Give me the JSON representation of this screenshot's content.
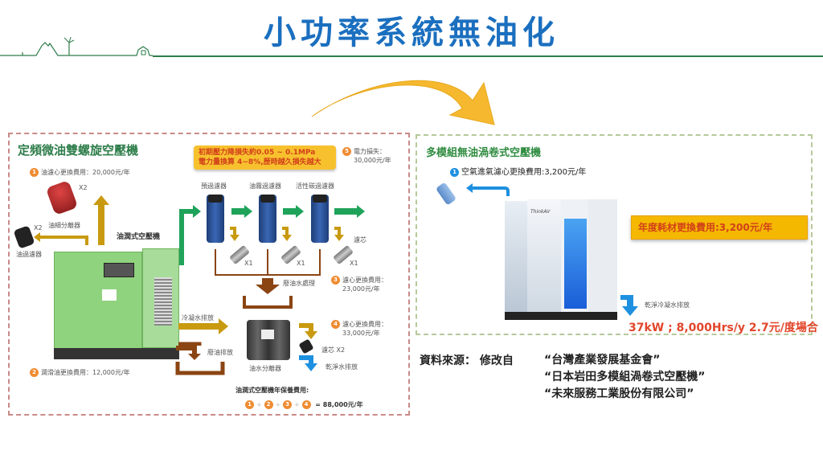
{
  "header": {
    "title": "小功率系統無油化"
  },
  "left_panel": {
    "title": "定頻微油雙螺旋空壓機",
    "compressor_label": "油潤式空壓機",
    "items": [
      {
        "badge": "1",
        "text": "油濾心更換費用：20,000元/年"
      },
      {
        "badge": "2",
        "text": "潤滑油更換費用：12,000元/年"
      },
      {
        "badge": "3",
        "text_line1": "濾心更換費用：",
        "text_line2": "23,000元/年"
      },
      {
        "badge": "4",
        "text_line1": "濾心更換費用：",
        "text_line2": "33,000元/年"
      },
      {
        "badge": "5",
        "text_line1": "電力損失：",
        "text_line2": "30,000元/年"
      }
    ],
    "oil_separator_label": "油細分離器",
    "oil_separator_qty": "X2",
    "oil_filter_label": "油過濾器",
    "oil_filter_qty": "X2",
    "warning_line1": "初期壓力降損失約0.05 ~ 0.1MPa",
    "warning_line2": "電力量換算 4~8%,歷時越久損失越大",
    "filters": [
      {
        "label": "預過濾器",
        "qty": "X1"
      },
      {
        "label": "油霧過濾器",
        "qty": "X1"
      },
      {
        "label": "活性碳過濾器",
        "qty": "X1"
      }
    ],
    "cartridge_label": "濾芯",
    "waste_water_label": "廢油水處理",
    "condensate_label": "冷凝水排放",
    "waste_oil_label": "廢油排放",
    "separator_label": "油水分離器",
    "separator_cartridge_label": "濾芯",
    "separator_cartridge_qty": "X2",
    "clean_water_label": "乾淨水排放",
    "annual_cost_title": "油潤式空壓機年保養費用:",
    "annual_cost_badges": [
      "1",
      "2",
      "3",
      "4"
    ],
    "annual_cost_value": "= 88,000元/年"
  },
  "right_panel": {
    "title": "多模組無油渦卷式空壓機",
    "item_badge": "1",
    "item_text": "空氣進氣濾心更換費用:3,200元/年",
    "cost_box": "年度耗材更換費用:3,200元/年",
    "drain_label": "乾淨冷凝水排放",
    "spec": "37kW ; 8,000Hrs/y 2.7元/度場合",
    "machine_brand": "ThinkAir"
  },
  "source": {
    "label": "資料來源：  修改自",
    "lines": [
      "“台灣產業發展基金會”",
      "“日本岩田多模組渦卷式空壓機”",
      "“未來服務工業股份有限公司”"
    ]
  },
  "colors": {
    "title_blue": "#1b6fbf",
    "header_green": "#2e7d4a",
    "arrow_gold": "#f5b82e",
    "warn_red": "#d2401a",
    "badge_orange": "#ef8c32",
    "flow_green": "#1fa35a",
    "flow_brown": "#8b4513",
    "flow_blue": "#1e90e0"
  }
}
